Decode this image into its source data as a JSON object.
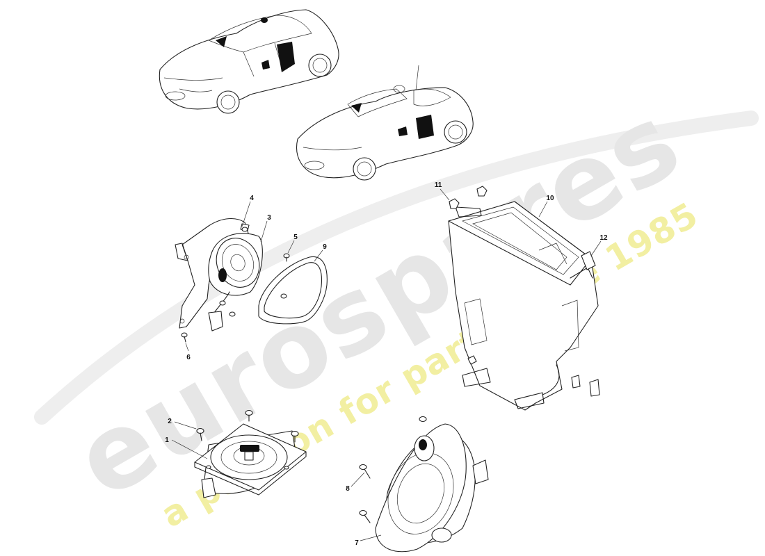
{
  "watermark": {
    "brand": "eurospares",
    "tagline": "a passion for parts since 1985"
  },
  "colors": {
    "watermark_brand": "#e6e6e6",
    "watermark_tagline": "#f2efa2",
    "linework": "#222222"
  },
  "callouts": [
    {
      "id": "1",
      "label": "1"
    },
    {
      "id": "2",
      "label": "2"
    },
    {
      "id": "3",
      "label": "3"
    },
    {
      "id": "4",
      "label": "4"
    },
    {
      "id": "5",
      "label": "5"
    },
    {
      "id": "6",
      "label": "6"
    },
    {
      "id": "7",
      "label": "7"
    },
    {
      "id": "8",
      "label": "8"
    },
    {
      "id": "9",
      "label": "9"
    },
    {
      "id": "10",
      "label": "10"
    },
    {
      "id": "11",
      "label": "11"
    },
    {
      "id": "12",
      "label": "12"
    }
  ]
}
